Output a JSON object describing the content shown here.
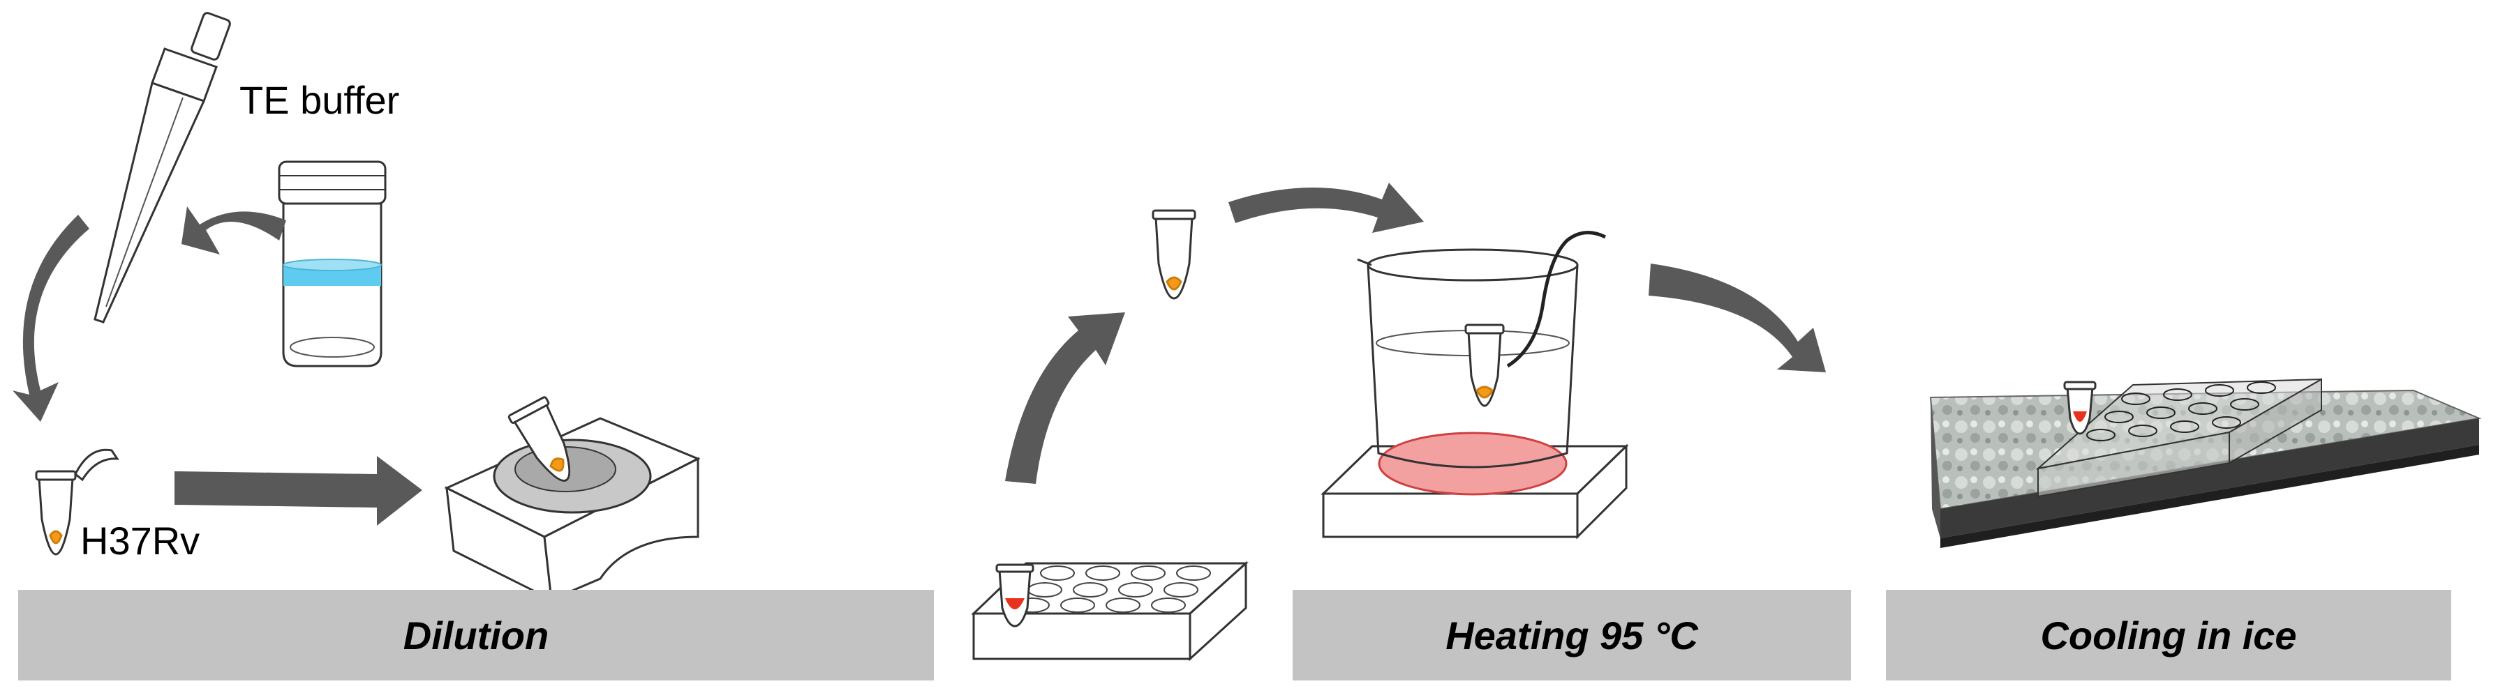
{
  "labels": {
    "te_buffer": "TE buffer",
    "strain": "H37Rv"
  },
  "stages": [
    {
      "id": "dilution",
      "label": "Dilution"
    },
    {
      "id": "heating",
      "label": "Heating 95 °C"
    },
    {
      "id": "cooling",
      "label": "Cooling in ice"
    }
  ],
  "colors": {
    "arrow": "#595959",
    "stage_bar": "#c3c3c3",
    "buffer_liquid": "#5ecbef",
    "sample": "#f39a1a",
    "heater_plate": "#f3a0a0",
    "ice_surface": "#b9c0bb"
  }
}
